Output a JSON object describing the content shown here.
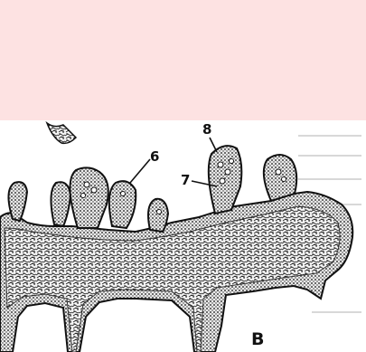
{
  "colors": {
    "top_band": "#fde2e2",
    "ink": "#1a1a1a",
    "page_paper": "#f7f5f2"
  },
  "labels": {
    "label_8": "8",
    "label_6": "6",
    "label_7": "7",
    "figure_letter": "B"
  }
}
